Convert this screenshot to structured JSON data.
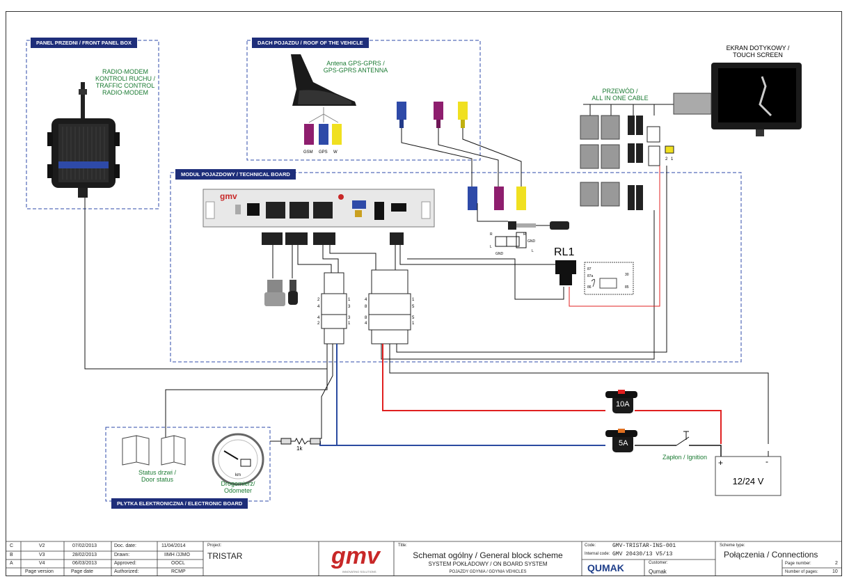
{
  "sections": {
    "front_panel": "PANEL PRZEDNI / FRONT PANEL BOX",
    "roof": "DACH POJAZDU / ROOF OF THE VEHICLE",
    "technical_board": "MODUŁ POJAZDOWY / TECHNICAL BOARD",
    "electronic_board": "PŁYTKA ELEKTRONICZNA / ELECTRONIC BOARD"
  },
  "labels": {
    "radio_modem": [
      "RADIO-MODEM",
      "KONTROLI RUCHU /",
      "TRAFFIC CONTROL",
      "RADIO-MODEM"
    ],
    "antenna": [
      "Antena GPS-GPRS /",
      "GPS-GPRS ANTENNA"
    ],
    "antenna_ports": [
      "GSM",
      "GPS",
      "W"
    ],
    "touch_screen": [
      "EKRAN DOTYKOWY /",
      "TOUCH SCREEN"
    ],
    "all_in_one_cable": [
      "PRZEWÓD /",
      "ALL IN ONE CABLE"
    ],
    "rl1": "RL1",
    "relay_pins": [
      "87",
      "87a",
      "30",
      "86",
      "85"
    ],
    "jack_pins": [
      "R",
      "L",
      "GND",
      "R",
      "L",
      "GND"
    ],
    "connector_pins_small": [
      "2",
      "1"
    ],
    "fuse_10a": "10A",
    "fuse_5a": "5A",
    "ignition": "Zapłon / Ignition",
    "battery": "12/24 V",
    "battery_plus": "+",
    "battery_minus": "-",
    "door_status": [
      "Status drzwi /",
      "Door status"
    ],
    "odometer": [
      "Drogomierz/",
      "Odometer"
    ],
    "resistor": "1k",
    "plug_pins_left": [
      "2",
      "1",
      "4",
      "3",
      "4",
      "3",
      "2",
      "1"
    ],
    "plug_pins_right": [
      "4",
      "1",
      "8",
      "5",
      "8",
      "5",
      "4",
      "1"
    ]
  },
  "title_block": {
    "revisions": [
      {
        "rev": "C",
        "version": "V2",
        "date": "07/02/2013"
      },
      {
        "rev": "B",
        "version": "V3",
        "date": "28/02/2013"
      },
      {
        "rev": "A",
        "version": "V4",
        "date": "06/03/2013"
      }
    ],
    "col_page_version": "Page version",
    "col_page_date": "Page date",
    "doc_date_label": "Doc. date:",
    "doc_date": "11/04/2014",
    "drawn_label": "Drawn:",
    "drawn": "IIMH /JJMO",
    "approved_label": "Approved:",
    "approved": "OOCL",
    "authorized_label": "Authorized:",
    "authorized": "RCMP",
    "project_label": "Project:",
    "project": "TRISTAR",
    "logo": "gmv",
    "logo_sub": "INNOVATING SOLUTIONS",
    "title_label": "Title:",
    "title1": "Schemat ogólny / General block scheme",
    "title2": "SYSTEM POKŁADOWY / ON BOARD SYSTEM",
    "title3": "POJAZDY GDYNIA / GDYNIA VEHICLES",
    "code_label": "Code:",
    "code": "GMV-TRISTAR-INS-001",
    "internal_code_label": "Internal code:",
    "internal_code": "GMV 20430/13 V5/13",
    "qumak_logo": "QUMAK",
    "customer_label": "Customer:",
    "customer": "Qumak",
    "scheme_type_label": "Scheme type:",
    "scheme_type": "Połączenia / Connections",
    "page_number_label": "Page number:",
    "page_number": "2",
    "number_of_pages_label": "Number of pages:",
    "number_of_pages": "10"
  },
  "colors": {
    "label_bg": "#1e2e7a",
    "green_text": "#1a7a32",
    "wire_red": "#e02020",
    "wire_blue": "#2a4aa0",
    "connector_blue": "#2e4aa8",
    "connector_purple": "#8e1e6e",
    "connector_yellow": "#f0e020"
  }
}
